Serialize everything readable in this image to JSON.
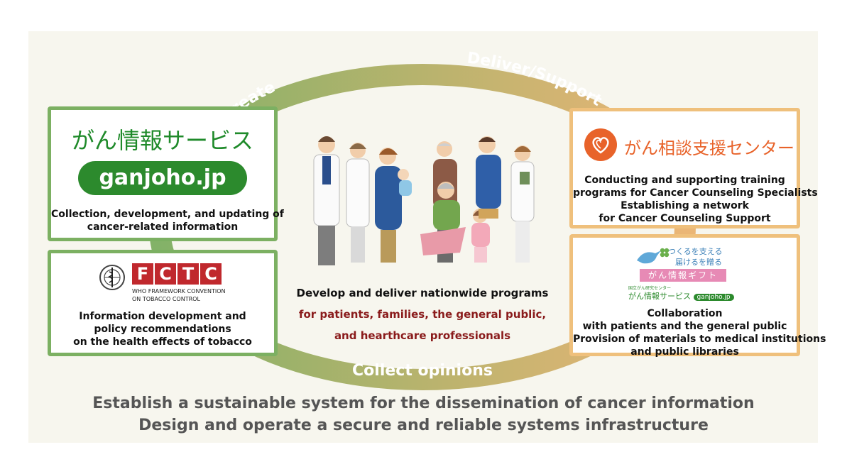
{
  "cycle": {
    "create": "Create",
    "deliver": "Deliver/Support",
    "collect": "Collect opinions"
  },
  "ganjoho": {
    "title_jp": "がん情報サービス",
    "pill": "ganjoho.jp",
    "desc": [
      "Collection, development, and updating of",
      "cancer-related information"
    ]
  },
  "fctc": {
    "logo_text": "FCTC",
    "subtitle": [
      "WHO FRAMEWORK CONVENTION",
      "ON TOBACCO CONTROL"
    ],
    "desc": [
      "Information development and",
      "policy recommendations",
      "on the health effects of tobacco"
    ]
  },
  "center": {
    "line1": "Develop and deliver nationwide programs",
    "line2": "for patients, families, the general public,",
    "line3": "and hearthcare professionals"
  },
  "counseling": {
    "title_jp": "がん相談支援センター",
    "desc": [
      "Conducting and supporting training",
      "programs for Cancer Counseling Specialists",
      "Establishing a network",
      "for Cancer Counseling Support"
    ]
  },
  "gift": {
    "slogan1": "つくるを支える",
    "slogan2": "届けるを贈る",
    "gift_label": "がん情報ギフト",
    "small_org": "国立がん研究センター",
    "service_jp": "がん情報サービス",
    "service_pill": "ganjoho.jp",
    "desc": [
      "Collaboration",
      "with patients and the general public",
      "Provision of materials to medical institutions",
      "and public libraries"
    ]
  },
  "footer": {
    "line1": "Establish a sustainable system for the dissemination of cancer information",
    "line2": "Design and operate a secure and reliable systems infrastructure"
  },
  "colors": {
    "green": "#7cb062",
    "orange": "#efc07c",
    "dark_green": "#2c8a2d",
    "red": "#c0282d",
    "maroon": "#8a1b1b"
  }
}
